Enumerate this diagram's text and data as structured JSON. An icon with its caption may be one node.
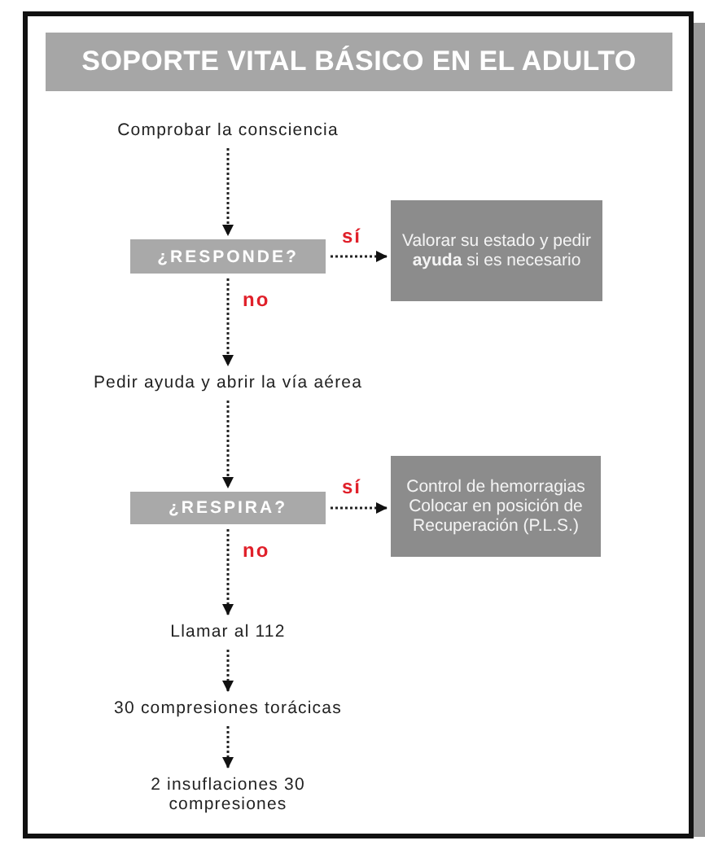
{
  "diagram": {
    "title": "SOPORTE VITAL BÁSICO EN EL ADULTO",
    "nodes": [
      {
        "text": [
          "Comprobar la consciencia"
        ]
      },
      {
        "text": [
          "¿RESPONDE?"
        ]
      },
      {
        "text": [
          "Valorar su estado y pedir **ayuda** si es necesario"
        ]
      },
      {
        "text": [
          "Pedir ayuda y abrir la vía aérea"
        ]
      },
      {
        "text": [
          "¿RESPIRA?"
        ]
      },
      {
        "text": [
          "Control de hemorragias Colocar en posición de Recuperación (P.L.S.)"
        ]
      },
      {
        "text": [
          "Llamar al 112"
        ]
      },
      {
        "text": [
          "30 compresiones torácicas"
        ]
      },
      {
        "text": [
          "2 insuflaciones 30 compresiones"
        ]
      }
    ],
    "edges": [
      {
        "from": 0,
        "to": 1,
        "arrow": "to"
      },
      {
        "from": 1,
        "to": 2,
        "arrow": "to",
        "label": "sí"
      },
      {
        "from": 1,
        "to": 3,
        "arrow": "to",
        "label": "no"
      },
      {
        "from": 3,
        "to": 4,
        "arrow": "to"
      },
      {
        "from": 4,
        "to": 5,
        "arrow": "to",
        "label": "sí"
      },
      {
        "from": 4,
        "to": 6,
        "arrow": "to",
        "label": "no"
      },
      {
        "from": 6,
        "to": 7,
        "arrow": "to"
      },
      {
        "from": 7,
        "to": 8,
        "arrow": "to"
      }
    ]
  }
}
